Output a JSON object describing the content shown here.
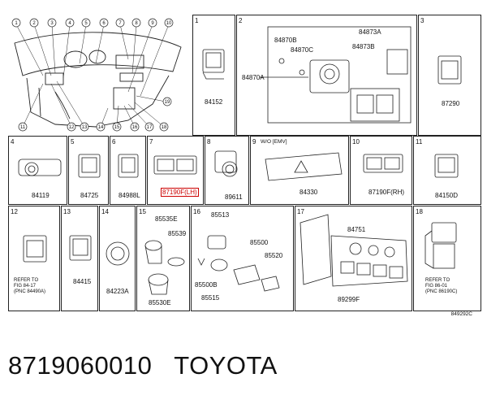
{
  "dashboard": {
    "callouts_top": [
      "1",
      "2",
      "3",
      "4",
      "5",
      "6",
      "7",
      "8",
      "9",
      "10"
    ],
    "callouts_side": [
      "19"
    ],
    "callouts_bottom": [
      "11",
      "12",
      "13",
      "14",
      "15",
      "16",
      "17",
      "18"
    ]
  },
  "cells": {
    "c1": {
      "num": "1",
      "parts": [
        "84152"
      ]
    },
    "c2": {
      "num": "2",
      "parts": [
        "84870B",
        "84870C",
        "84870A",
        "84873A",
        "84873B"
      ]
    },
    "c3": {
      "num": "3",
      "parts": [
        "87290"
      ]
    },
    "c4": {
      "num": "4",
      "parts": [
        "84119"
      ]
    },
    "c5": {
      "num": "5",
      "parts": [
        "84725"
      ]
    },
    "c6": {
      "num": "6",
      "parts": [
        "84988L"
      ]
    },
    "c7": {
      "num": "7",
      "parts": [
        "87190F(LH)"
      ]
    },
    "c8": {
      "num": "8",
      "parts": [
        "89611"
      ]
    },
    "c9": {
      "num": "9",
      "label": "W/O [EMV]",
      "parts": [
        "84330"
      ]
    },
    "c10": {
      "num": "10",
      "parts": [
        "87190F(RH)"
      ]
    },
    "c11": {
      "num": "11",
      "parts": [
        "84150D"
      ]
    },
    "c12": {
      "num": "12",
      "note": "REFER TO\nFIG 84-17\n(PNC 84490A)"
    },
    "c13": {
      "num": "13",
      "parts": [
        "84415"
      ]
    },
    "c14": {
      "num": "14",
      "parts": [
        "84223A"
      ]
    },
    "c15": {
      "num": "15",
      "parts": [
        "85535E",
        "85539",
        "85530E"
      ]
    },
    "c16": {
      "num": "16",
      "parts": [
        "85513",
        "85500",
        "85520",
        "85500B",
        "85515"
      ]
    },
    "c17": {
      "num": "17",
      "parts": [
        "84751",
        "89299F"
      ]
    },
    "c18": {
      "num": "18",
      "note": "REFER TO\nFIG 86-01\n(PNC 86190C)"
    }
  },
  "diagram_code": "849292C",
  "footer": {
    "part_number": "8719060010",
    "brand": "TOYOTA"
  }
}
